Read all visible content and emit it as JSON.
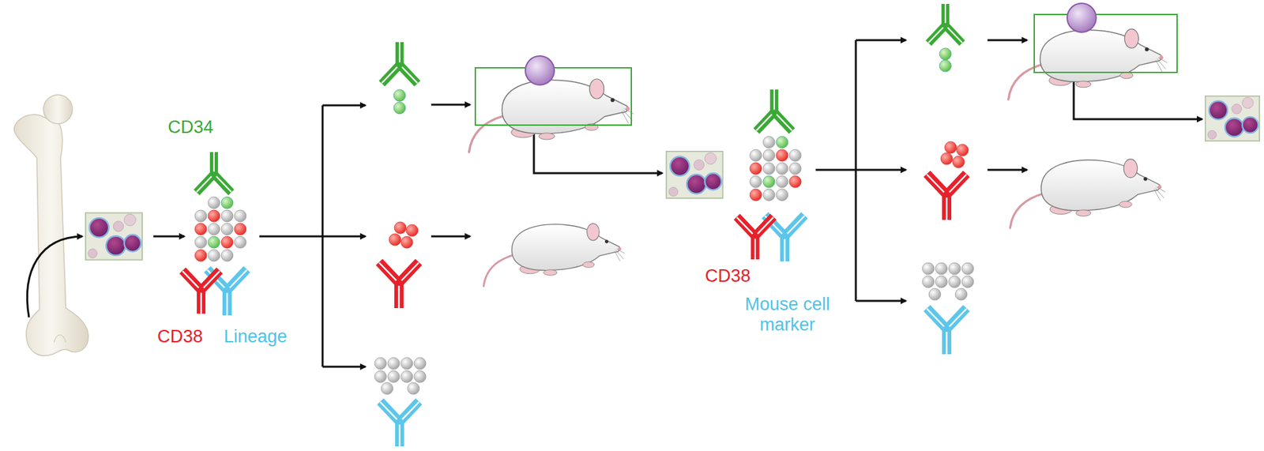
{
  "diagram": {
    "labels": [
      "CD34",
      "CD38",
      "Lineage",
      "CD38",
      "Mouse cell marker"
    ]
  }
}
